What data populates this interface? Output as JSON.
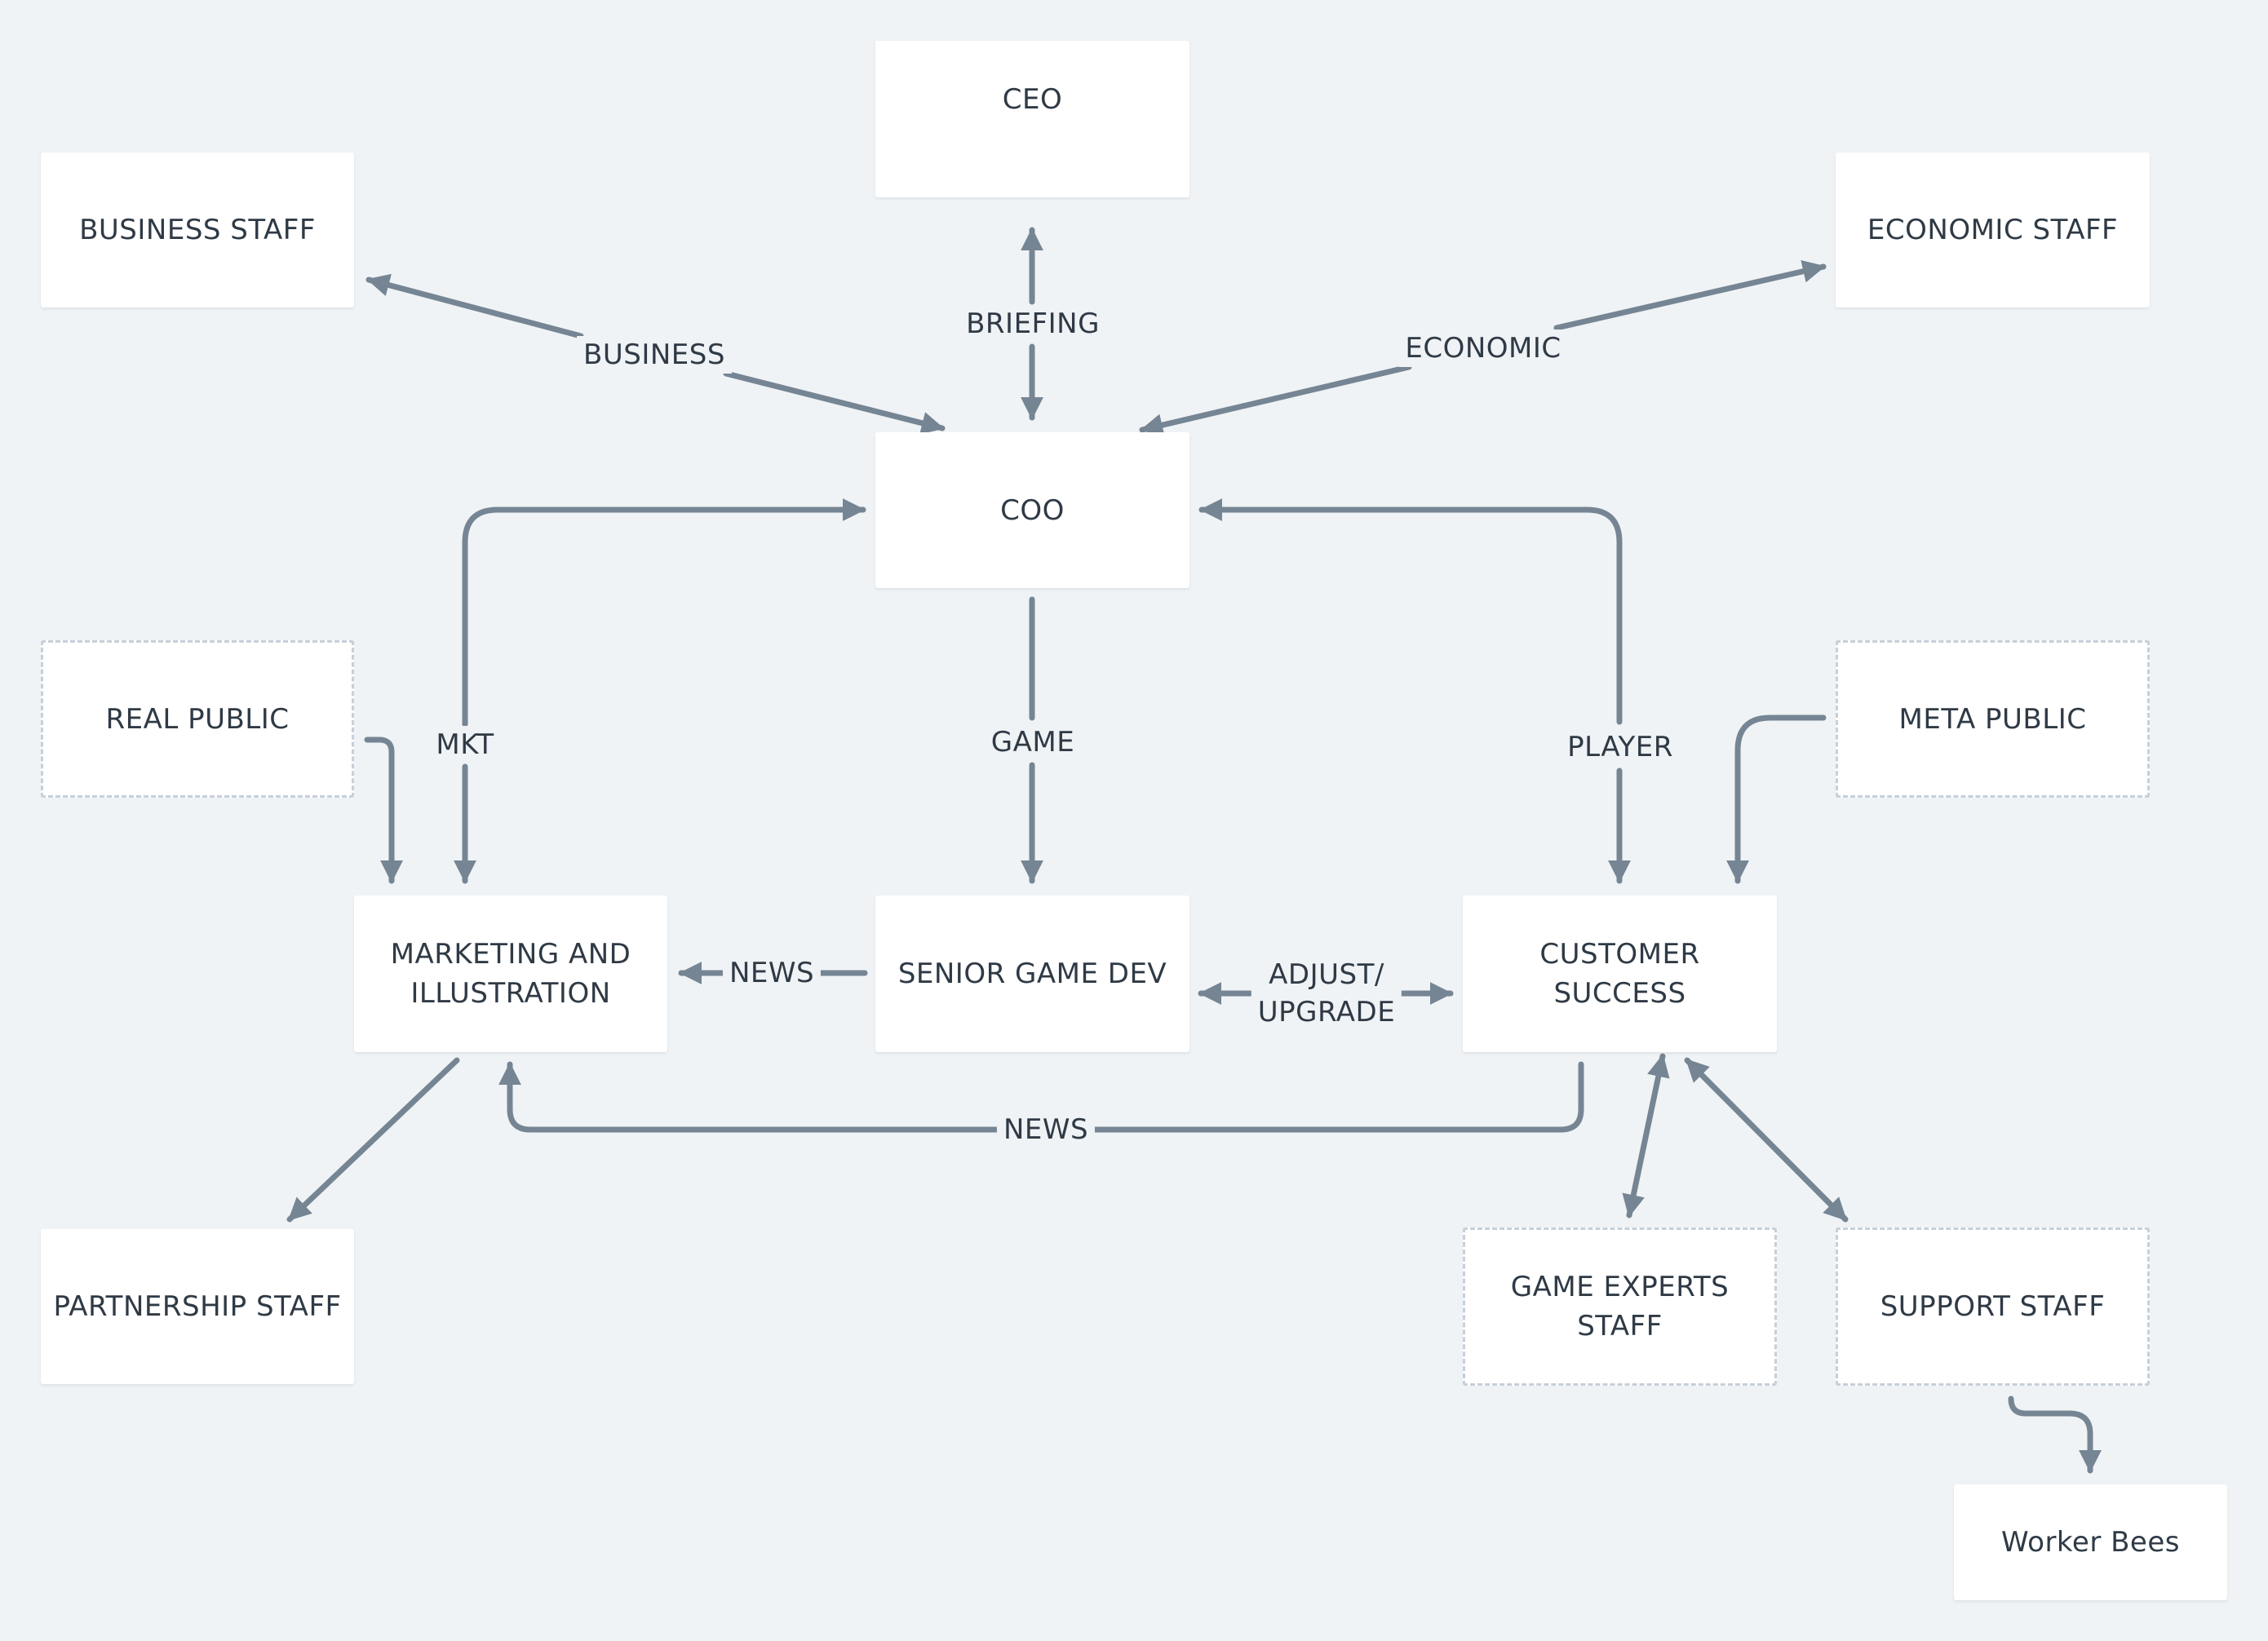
{
  "nodes": {
    "ceo": "CEO",
    "business_staff": "BUSINESS STAFF",
    "economic_staff": "ECONOMIC STAFF",
    "coo": "COO",
    "real_public": "REAL PUBLIC",
    "meta_public": "META PUBLIC",
    "marketing": "MARKETING AND\nILLUSTRATION",
    "senior_game_dev": "SENIOR GAME DEV",
    "customer_success": "CUSTOMER SUCCESS",
    "partnership_staff": "PARTNERSHIP STAFF",
    "game_experts_staff": "GAME EXPERTS\nSTAFF",
    "support_staff": "SUPPORT STAFF",
    "worker_bees": "Worker Bees"
  },
  "edges": {
    "business": "BUSINESS",
    "briefing": "BRIEFING",
    "economic": "ECONOMIC",
    "mkt": "MKT",
    "game": "GAME",
    "player": "PLAYER",
    "news_left": "NEWS",
    "adjust_upgrade": "ADJUST/\nUPGRADE",
    "news_bottom": "NEWS"
  },
  "colors": {
    "background": "#eff3f6",
    "node_fill": "#ffffff",
    "dashed_border": "#c6d0da",
    "edge": "#768593",
    "text": "#2f3a45"
  }
}
